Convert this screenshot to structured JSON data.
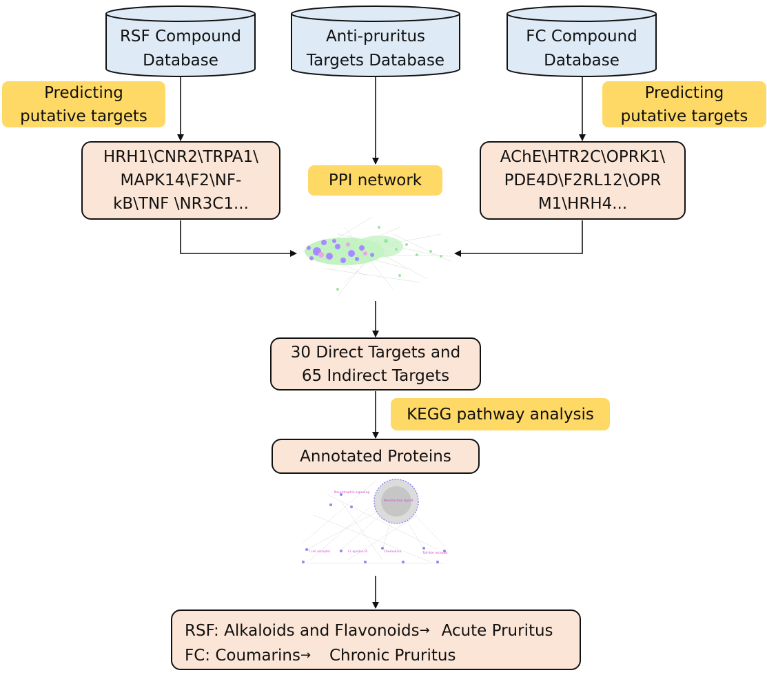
{
  "databases": {
    "rsf": "RSF Compound\nDatabase",
    "anti_pruritus": "Anti-pruritus\nTargets  Database",
    "fc": "FC Compound\nDatabase"
  },
  "labels": {
    "predicting_left": "Predicting\nputative targets",
    "predicting_right": "Predicting\nputative targets",
    "ppi": "PPI network",
    "kegg": "KEGG pathway analysis"
  },
  "boxes": {
    "rsf_targets": "HRH1\\CNR2\\TRPA1\\\nMAPK14\\F2\\NF-\nkB\\TNF \\NR3C1...",
    "fc_targets": "AChE\\HTR2C\\OPRK1\\\nPDE4D\\F2RL12\\OPR\nM1\\HRH4...",
    "direct_indirect": "30 Direct Targets and\n65 Indirect Targets",
    "annotated": "Annotated Proteins"
  },
  "conclusion": {
    "line1_left": "RSF: Alkaloids and Flavonoids",
    "line1_right": "Acute Pruritus",
    "line2_left": "FC: Coumarins",
    "line2_right": "Chronic Pruritus",
    "arrow": "→"
  },
  "pathway_network": {
    "labels": [
      "Neurotrophin\nsignaling\npathway",
      "Neuroactive\nligand-receptor\ninteraction",
      "T cell\nreceptor\nsignaling\npathway",
      "Fc epsilon\nRI signaling\npathway",
      "Chemokine\nsignaling\npathway",
      "Toll-like\nreceptor\nsignaling\npathway"
    ]
  },
  "colors": {
    "database_fill": "#deebf7",
    "box_fill": "#fbe5d6",
    "label_fill": "#ffd966",
    "ppi_green": "#b8f0b8",
    "ppi_purple": "#a58bff",
    "pathway_node": "#8a8aef"
  }
}
